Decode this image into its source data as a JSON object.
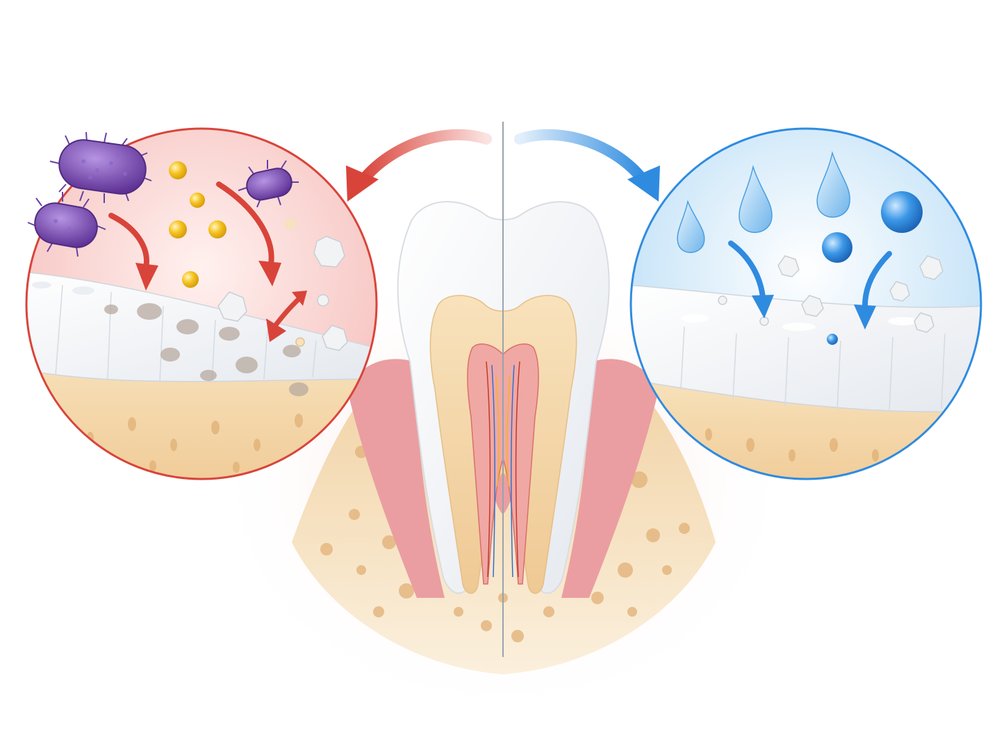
{
  "diagram": {
    "type": "dental-illustration",
    "text_labels": [],
    "panels": [
      {
        "id": "demineralization",
        "theme": "acid attack / enamel loss",
        "elements": [
          "bacteria-icon",
          "acid-droplet-icon",
          "mineral-crystal-icon",
          "down-arrow-icon",
          "porous-enamel"
        ]
      },
      {
        "id": "remineralization",
        "theme": "mineral repair / enamel restored",
        "elements": [
          "water-droplet-icon",
          "mineral-sphere-icon",
          "mineral-crystal-icon",
          "down-arrow-icon",
          "smooth-enamel"
        ]
      }
    ],
    "center": {
      "element": "tooth-cross-section",
      "split": "vertical-divider"
    },
    "colors": {
      "demineralization_accent": "#d9443a",
      "remineralization_accent": "#2f8be0",
      "bacteria": "#7b4bb3",
      "acid": "#f2b41c",
      "enamel": "#f4f6f8",
      "dentin": "#f3d7a8",
      "pulp": "#e06a6a",
      "gum": "#e98b8f",
      "bone": "#ecc99a"
    }
  }
}
